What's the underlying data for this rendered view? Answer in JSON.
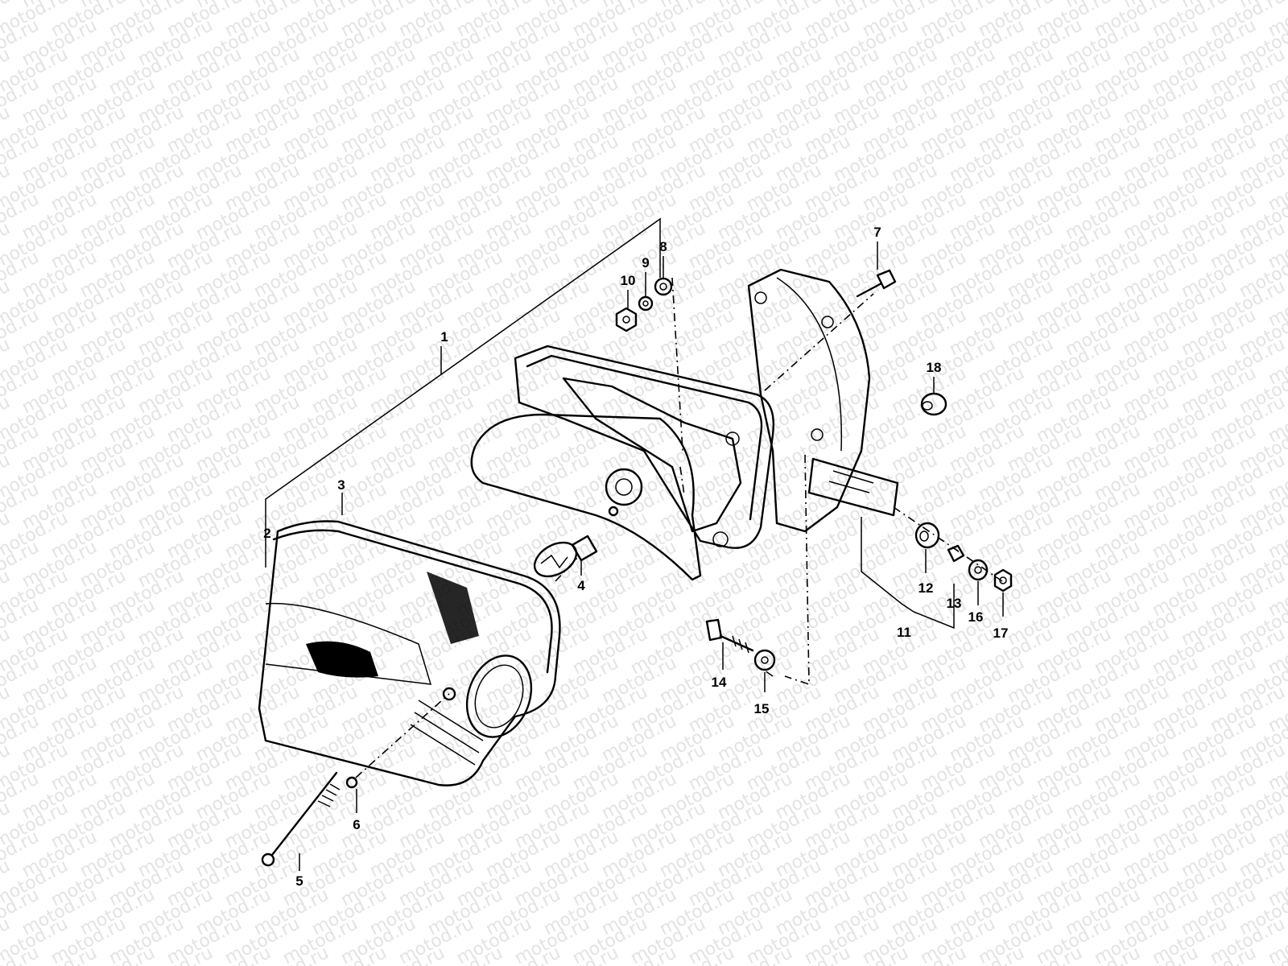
{
  "watermark": {
    "text": "motod.ru"
  },
  "callouts": [
    "1",
    "2",
    "3",
    "4",
    "5",
    "6",
    "7",
    "8",
    "9",
    "10",
    "11",
    "12",
    "13",
    "14",
    "15",
    "16",
    "17",
    "18"
  ]
}
